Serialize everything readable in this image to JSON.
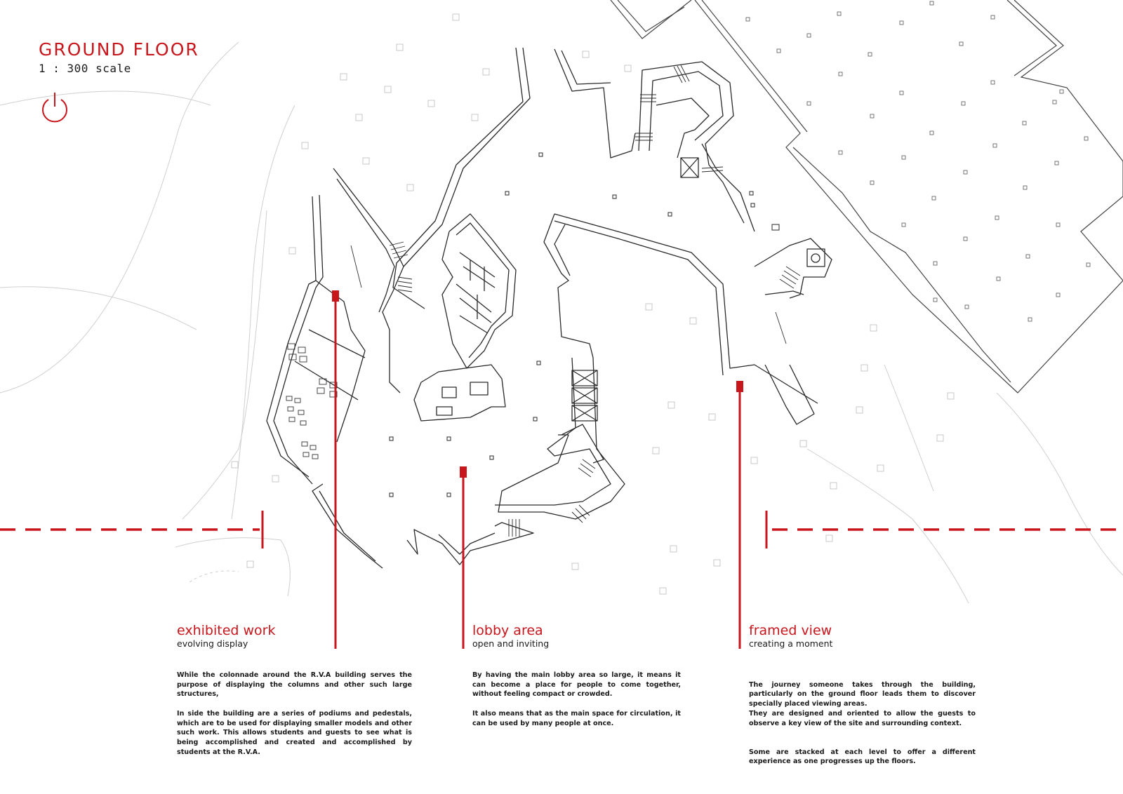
{
  "header": {
    "title": "GROUND FLOOR",
    "scale": "1 : 300  scale"
  },
  "icons": {
    "power": "power-icon"
  },
  "colors": {
    "accent": "#c8161d",
    "line": "#333333",
    "faint": "#c9c9c9"
  },
  "callouts": [
    {
      "heading": "exhibited work",
      "sub": "evolving display",
      "paragraphs": [
        "While the colonnade around the R.V.A building serves the purpose of displaying the columns and other such large structures,",
        "In side the building are a series of podiums and pedestals, which are to be used for displaying smaller models and other such work. This allows students and guests to see what is being accomplished and created and accomplished by students at the R.V.A."
      ]
    },
    {
      "heading": "lobby area",
      "sub": "open and inviting",
      "paragraphs": [
        "By having the main lobby area so large, it means it can become a place for people to come together, without feeling compact or crowded.",
        "It also means that as the main space for circulation, it can be used by many people at once."
      ]
    },
    {
      "heading": "framed view",
      "sub": "creating a moment",
      "paragraphs": [
        "The journey someone takes through the building, particularly on the ground floor leads them to discover specially placed viewing areas.\nThey are designed and oriented to allow the guests to observe a key view of the site and surrounding context.",
        "Some are stacked at each level to offer a different experience as one progresses up the floors."
      ]
    }
  ]
}
